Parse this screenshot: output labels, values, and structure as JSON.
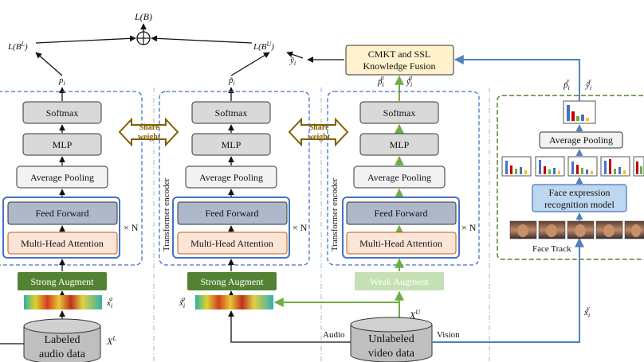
{
  "top": {
    "loss_total": "L(B)",
    "loss_labeled": "L(B",
    "loss_labeled_sup": "L",
    "loss_unlabeled": "L(B",
    "loss_unlabeled_sup": "U",
    "close_paren": ")",
    "y_tilde": "ỹ",
    "y_tilde_sub": "i"
  },
  "fusion": {
    "line1": "CMKT and SSL",
    "line2": "Knowledge Fusion"
  },
  "columns": {
    "c1": {
      "pred": "p",
      "pred_sub": "i",
      "softmax": "Softmax",
      "mlp": "MLP",
      "pool": "Average Pooling",
      "ff": "Feed Forward",
      "mha": "Multi-Head Attention",
      "times_n": "× N",
      "augment": "Strong Augment",
      "feat": "x",
      "feat_sup": "a",
      "feat_sub": "i"
    },
    "c2": {
      "pred": "p̃",
      "pred_sub": "i",
      "softmax": "Softmax",
      "mlp": "MLP",
      "pool": "Average Pooling",
      "ff": "Feed Forward",
      "mha": "Multi-Head Attention",
      "times_n": "× N",
      "augment": "Strong Augment",
      "encoder": "Transformer encoder",
      "feat": "x̃",
      "feat_sup": "a",
      "feat_sub": "i"
    },
    "c3": {
      "pred_p": "p̃",
      "pred_p_sup": "a",
      "pred_p_sub": "i",
      "pred_y": "ỹ",
      "pred_y_sup": "a",
      "pred_y_sub": "i",
      "softmax": "Softmax",
      "mlp": "MLP",
      "pool": "Average Pooling",
      "ff": "Feed Forward",
      "mha": "Multi-Head Attention",
      "times_n": "× N",
      "augment": "Weak Augment",
      "encoder": "Transformer encoder"
    }
  },
  "share": {
    "label1": "Share",
    "label2": "weight"
  },
  "vision": {
    "pred_p": "p̃",
    "pred_p_sup": "v",
    "pred_p_sub": "i",
    "pred_y": "ỹ",
    "pred_y_sup": "v",
    "pred_y_sub": "i",
    "pool": "Average Pooling",
    "fer_line1": "Face expression",
    "fer_line2": "recognition model",
    "face_track": "Face Track",
    "feat": "x̃",
    "feat_sup": "v",
    "feat_sub": "i"
  },
  "data": {
    "labeled_line1": "Labeled",
    "labeled_line2": "audio data",
    "labeled_symbol": "X",
    "labeled_symbol_sup": "L",
    "unlabeled_line1": "Unlabeled",
    "unlabeled_line2": "video data",
    "unlabeled_symbol": "X",
    "unlabeled_symbol_sup": "U",
    "audio_label": "Audio",
    "vision_label": "Vision"
  },
  "colors": {
    "box_gray": "#d9d9d9",
    "box_blue": "#adb9ca",
    "box_orange": "#fbe5d6",
    "strong_aug": "#548235",
    "weak_aug": "#c5e0b4",
    "fusion_fill": "#fff2cc",
    "dashed_blue": "#4472c4",
    "dashed_green": "#548235",
    "arrow_green": "#70ad47",
    "arrow_blue": "#4f81bd",
    "share_gold": "#7f6000"
  }
}
